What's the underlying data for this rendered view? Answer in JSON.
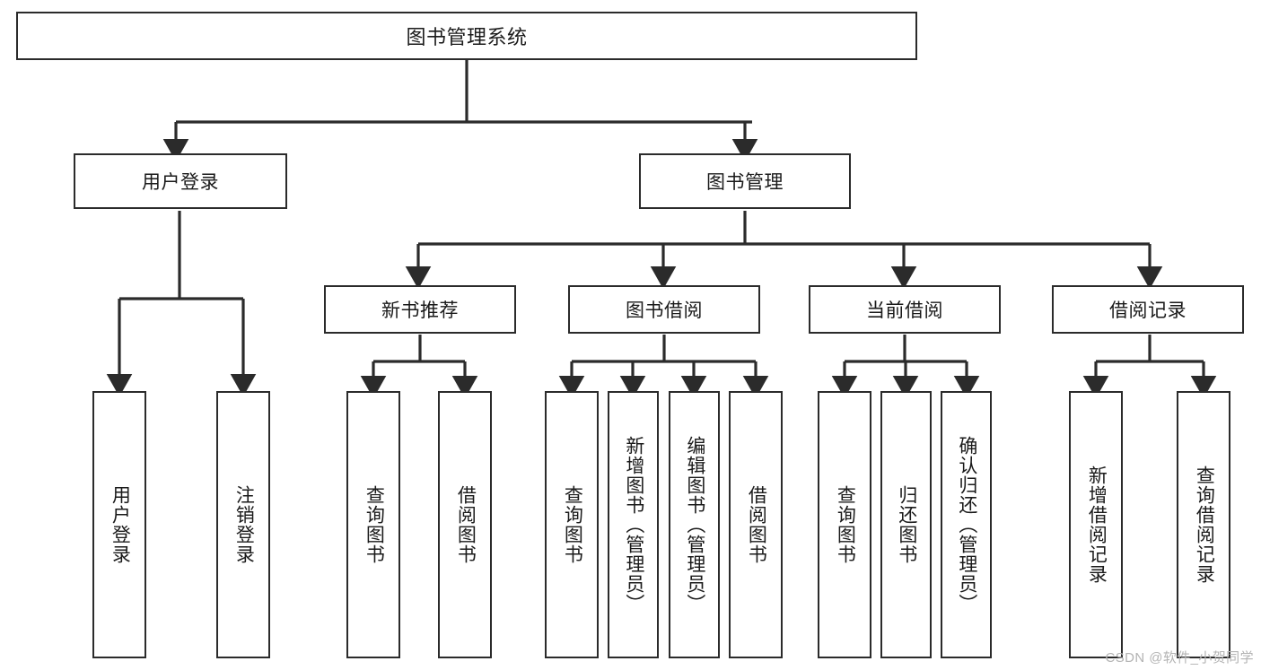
{
  "diagram": {
    "title": "图书管理系统",
    "type": "tree-hierarchy-diagram",
    "line_color": "#2b2b2b",
    "box_fill": "#ffffff",
    "text_color": "#1a1a1a",
    "levels": {
      "root": {
        "label": "图书管理系统"
      },
      "level2": [
        {
          "label": "用户登录"
        },
        {
          "label": "图书管理"
        }
      ],
      "level3": [
        {
          "label": "新书推荐"
        },
        {
          "label": "图书借阅"
        },
        {
          "label": "当前借阅"
        },
        {
          "label": "借阅记录"
        }
      ],
      "level4": [
        {
          "label": "用户登录",
          "parent": "用户登录"
        },
        {
          "label": "注销登录",
          "parent": "用户登录"
        },
        {
          "label": "查询图书",
          "parent": "新书推荐"
        },
        {
          "label": "借阅图书",
          "parent": "新书推荐"
        },
        {
          "label": "查询图书",
          "parent": "图书借阅"
        },
        {
          "label": "新增图书（管理员）",
          "parent": "图书借阅"
        },
        {
          "label": "编辑图书（管理员）",
          "parent": "图书借阅"
        },
        {
          "label": "借阅图书",
          "parent": "图书借阅"
        },
        {
          "label": "查询图书",
          "parent": "当前借阅"
        },
        {
          "label": "归还图书",
          "parent": "当前借阅"
        },
        {
          "label": "确认归还（管理员）",
          "parent": "当前借阅"
        },
        {
          "label": "新增借阅记录",
          "parent": "借阅记录"
        },
        {
          "label": "查询借阅记录",
          "parent": "借阅记录"
        }
      ]
    }
  },
  "watermark": {
    "text": "CSDN @软件_小贺同学"
  }
}
